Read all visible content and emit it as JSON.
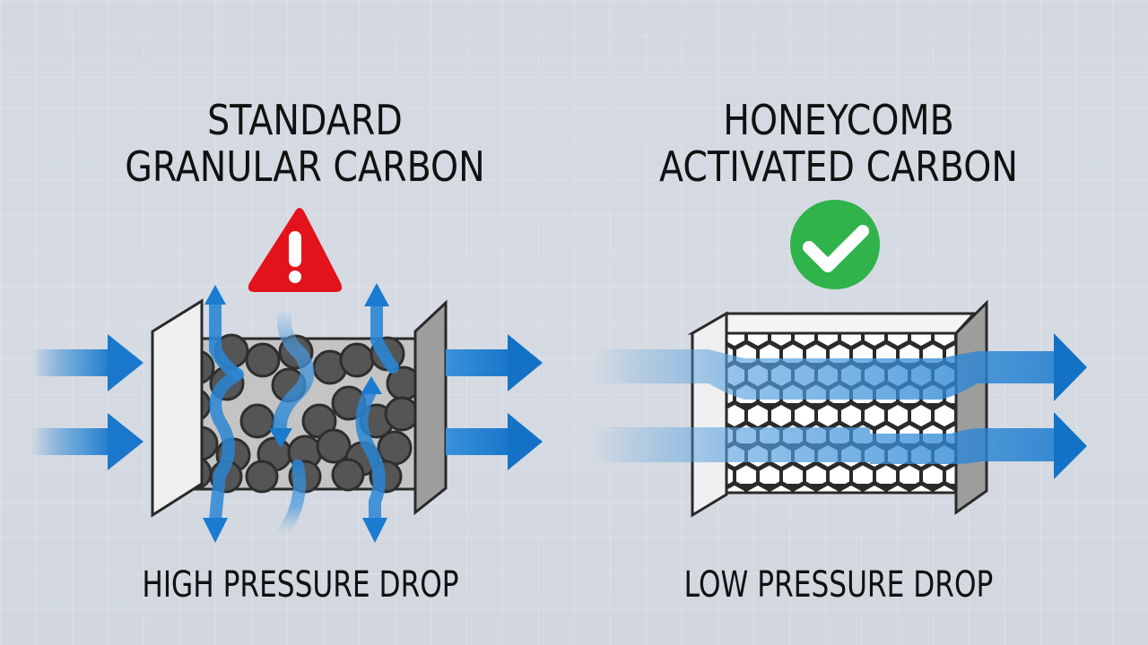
{
  "left_panel": {
    "title_line1": "STANDARD",
    "title_line2": "GRANULAR CARBON",
    "status_icon": "warning-triangle-icon",
    "status_color": "#e3131b",
    "caption": "HIGH PRESSURE DROP"
  },
  "right_panel": {
    "title_line1": "HONEYCOMB",
    "title_line2": "ACTIVATED CARBON",
    "status_icon": "check-circle-icon",
    "status_color": "#2fb34a",
    "caption": "LOW PRESSURE DROP"
  },
  "colors": {
    "background": "#d4d9e1",
    "airflow_blue": "#1a7bd0",
    "carbon_granule": "#555555",
    "frame_light": "#efefef",
    "frame_dark": "#9a9a9a",
    "text": "#111111"
  }
}
